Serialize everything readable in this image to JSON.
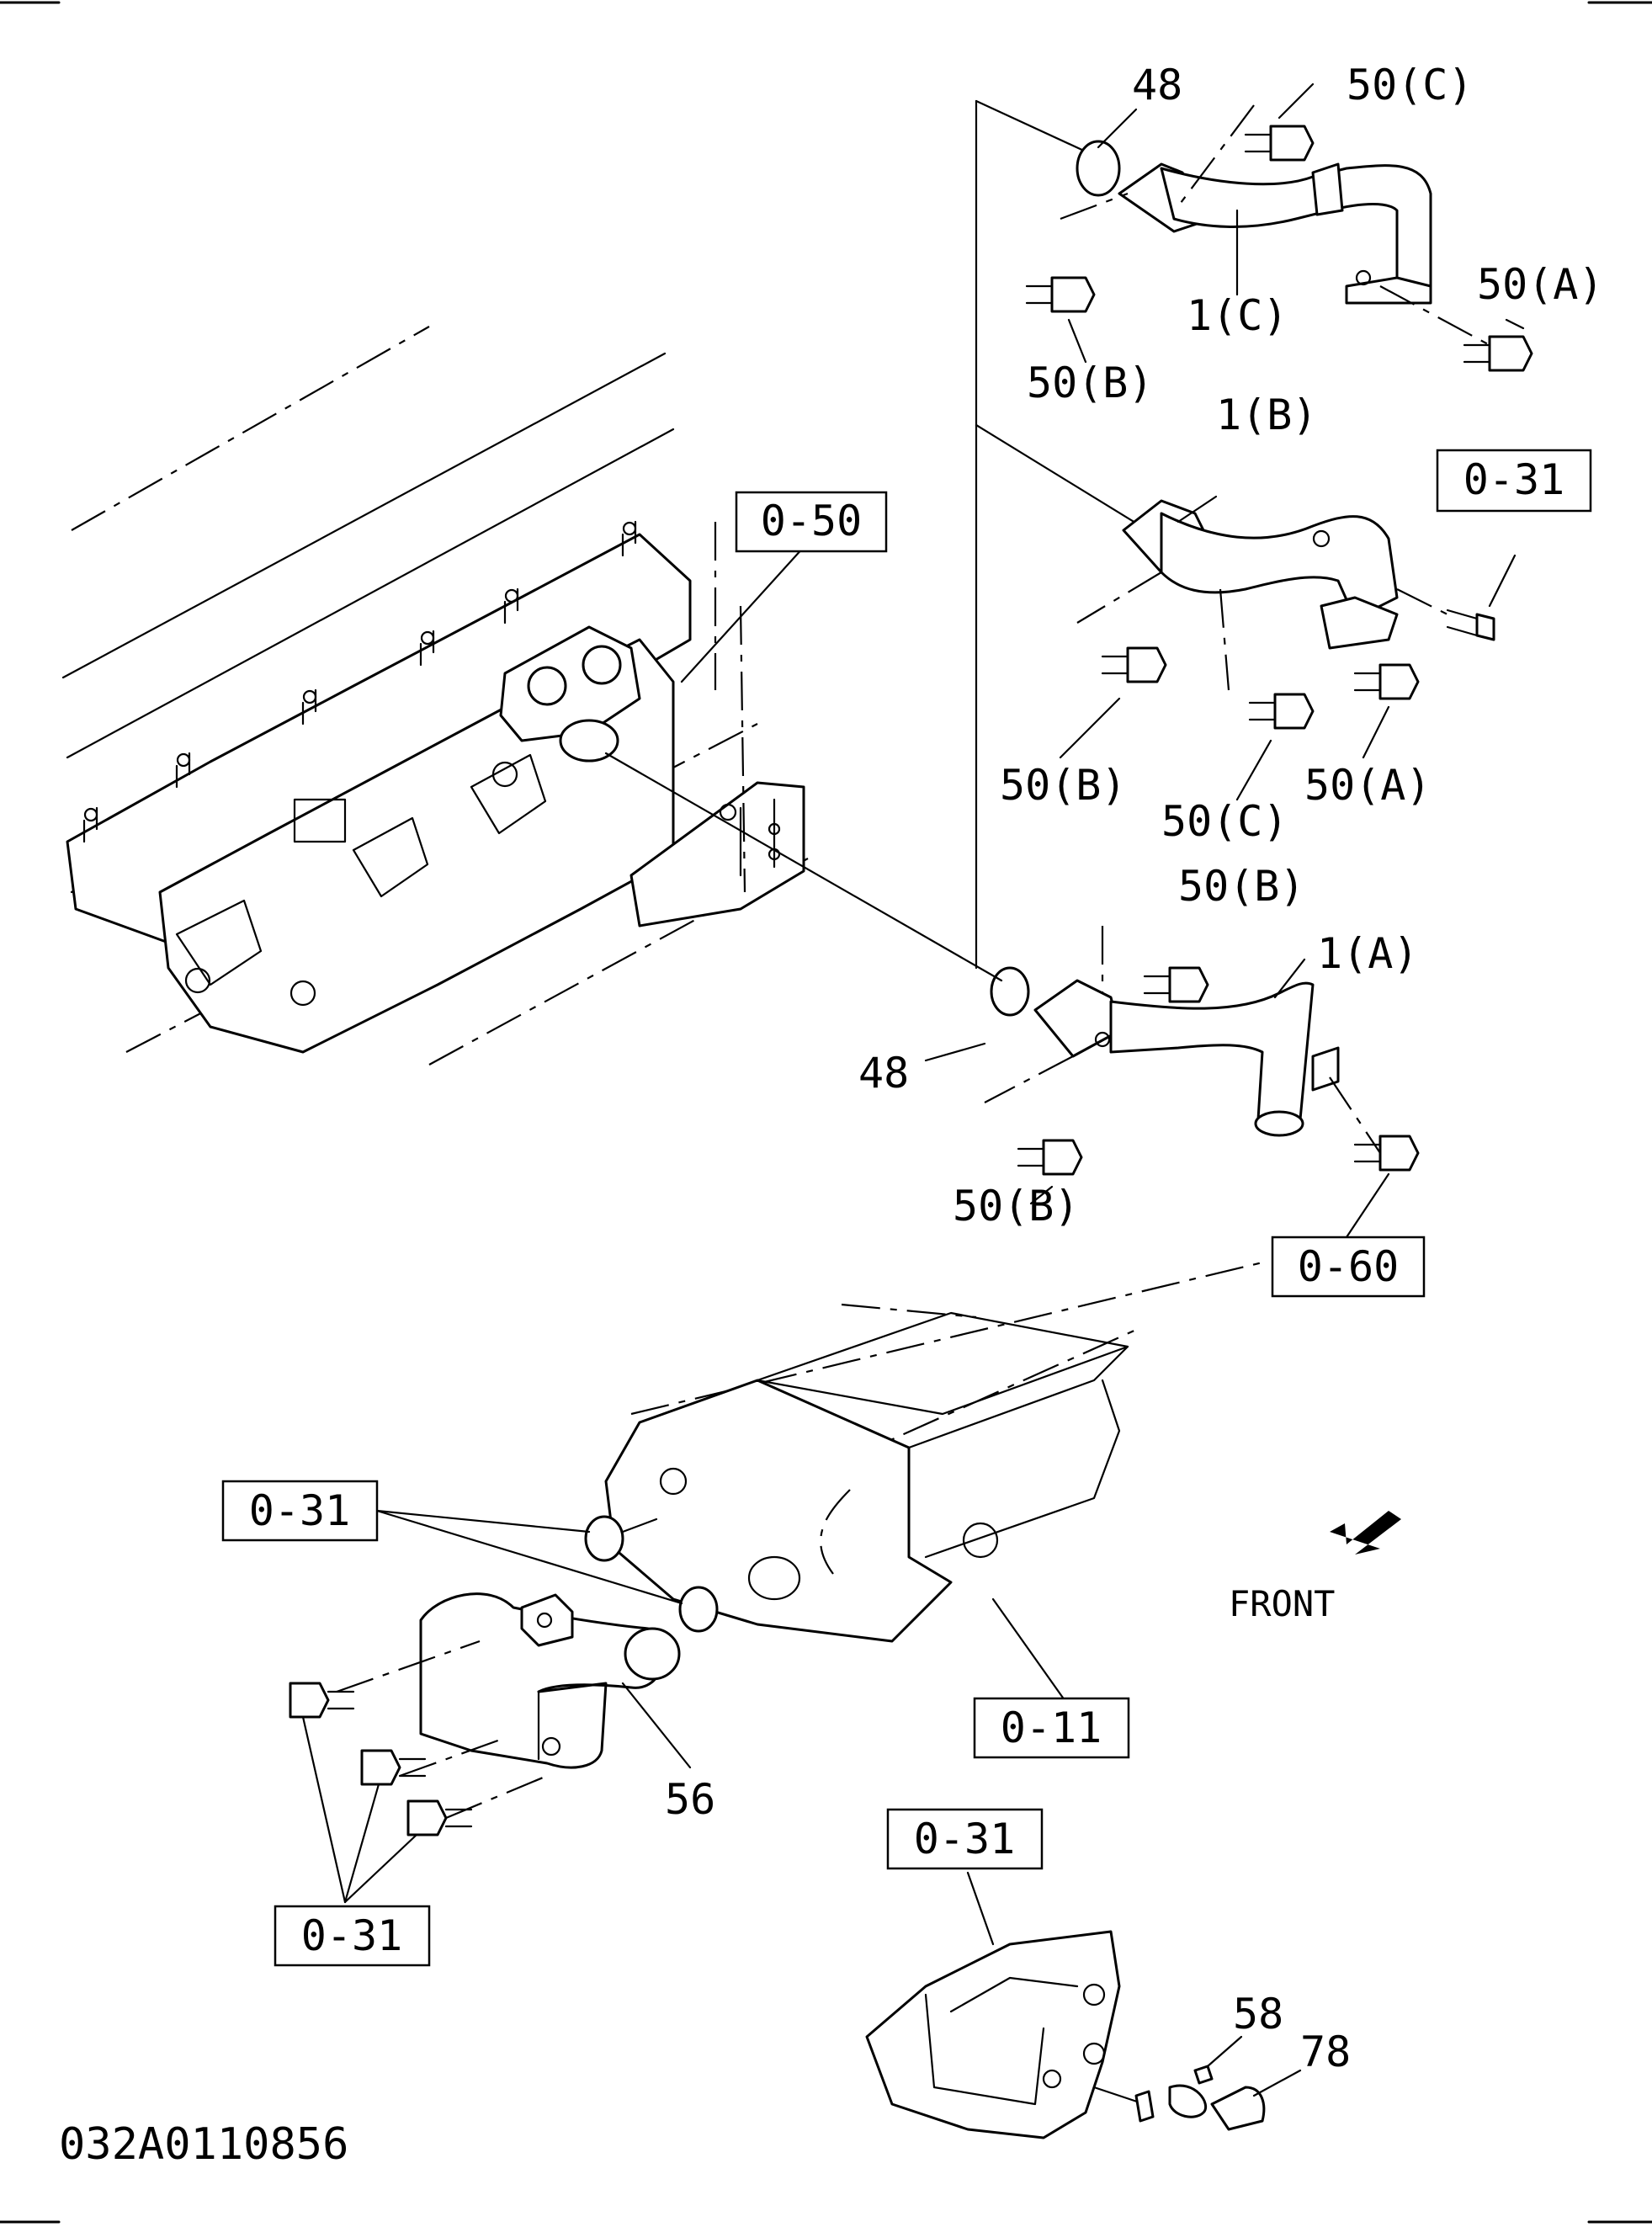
{
  "labels": {
    "p48_top": "48",
    "p50c_top": "50(C)",
    "p50a_top": "50(A)",
    "p1c": "1(C)",
    "p50b_top": "50(B)",
    "p1b": "1(B)",
    "ref031_top": "0-31",
    "ref050": "0-50",
    "p50b_mid": "50(B)",
    "p50c_mid": "50(C)",
    "p50a_mid": "50(A)",
    "p50b_low_top": "50(B)",
    "p1a": "1(A)",
    "p48_low": "48",
    "p50b_low_bottom": "50(B)",
    "ref060": "0-60",
    "ref031_left": "0-31",
    "front": "FRONT",
    "ref011": "0-11",
    "p56": "56",
    "ref031_bottom": "0-31",
    "ref031_lower_left": "0-31",
    "p58": "58",
    "p78": "78",
    "drawing_code": "032A0110856"
  }
}
